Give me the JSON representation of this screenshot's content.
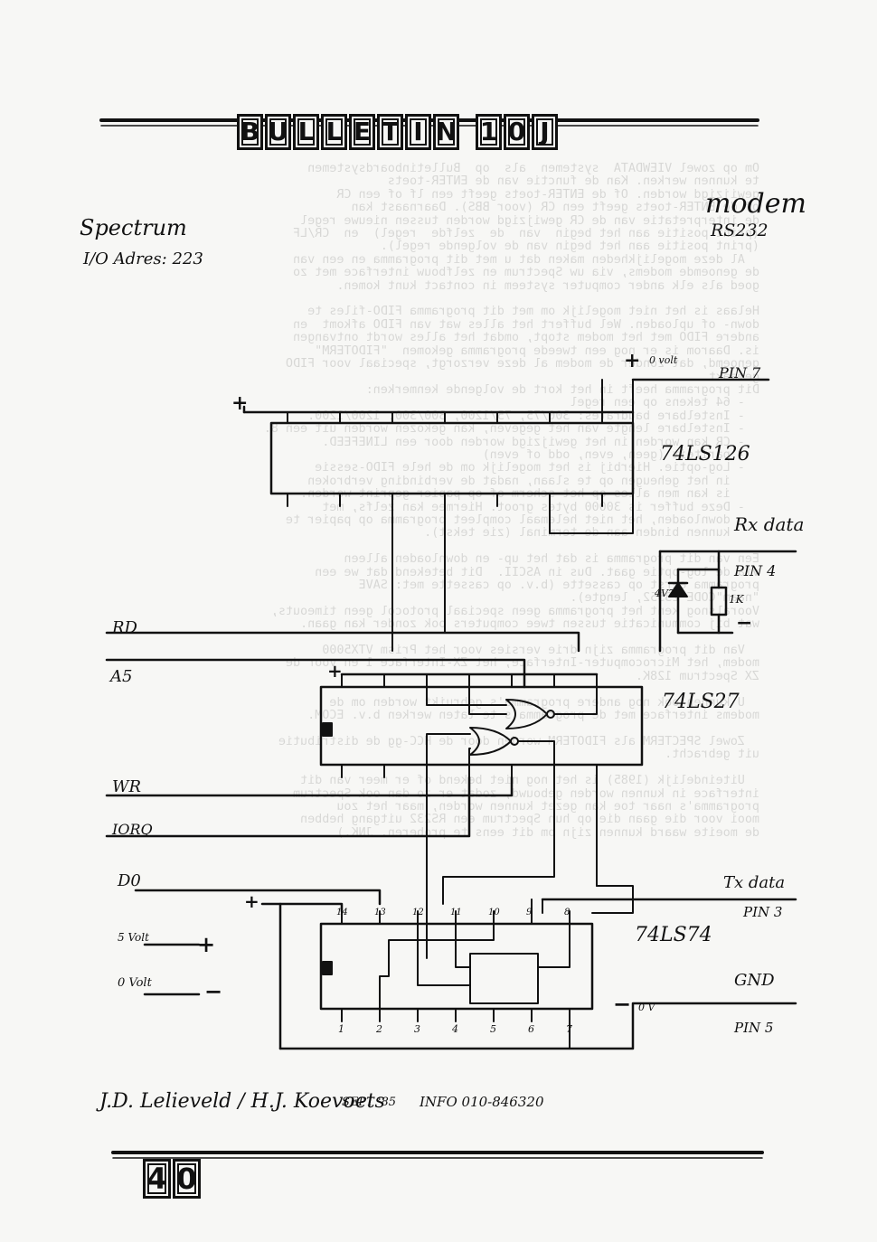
{
  "header": {
    "title_chars": [
      "B",
      "U",
      "L",
      "L",
      "E",
      "T",
      "I",
      "N",
      " ",
      "1",
      "0",
      "J"
    ]
  },
  "page_number_chars": [
    "4",
    "0"
  ],
  "annotations": {
    "modem": "modem",
    "rs232": "RS232",
    "spectrum": "Spectrum",
    "io_address": "I/O Adres: 223",
    "zero_volt_top": "0 volt",
    "pin7": "PIN 7",
    "plus_top": "+",
    "chip1": "74LS126",
    "rx_data": "Rx data",
    "pin4": "PIN 4",
    "zener": "4V7",
    "resistor": "1K",
    "minus_mid": "−",
    "rd": "RD",
    "a5": "A5",
    "plus_mid": "+",
    "chip2": "74LS27",
    "wr": "WR",
    "iorq": "IORQ",
    "d0": "D0",
    "tx_data": "Tx data",
    "pin3": "PIN 3",
    "plus_bottom": "+",
    "chip3": "74LS74",
    "five_volt": "5 Volt",
    "plus_5v": "+",
    "zero_volt": "0 Volt",
    "minus_0v": "−",
    "gnd": "GND",
    "pin5": "PIN 5",
    "minus_gnd": "−",
    "zero_v_gnd": "0 V",
    "pin_numbers_top": [
      "14",
      "13",
      "12",
      "11",
      "10",
      "9",
      "8"
    ],
    "pin_numbers_bottom": [
      "1",
      "2",
      "3",
      "4",
      "5",
      "6",
      "7"
    ],
    "credits": "J.D. Lelieveld / H.J. Koevoets",
    "date": "SEPT '85",
    "info": "INFO 010-846320"
  }
}
